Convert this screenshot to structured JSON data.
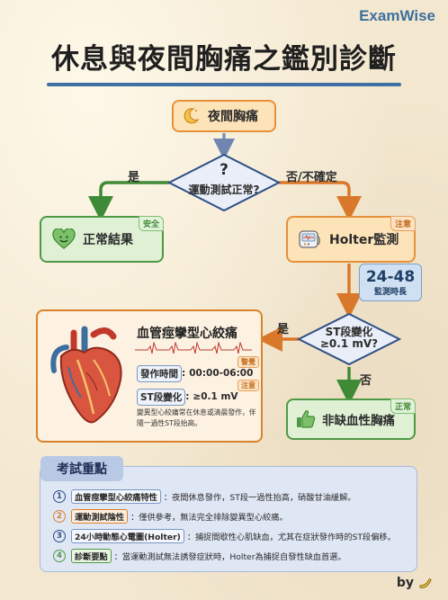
{
  "brand": "ExamWise",
  "title": "休息與夜間胸痛之鑑別診斷",
  "flow": {
    "start": "夜間胸痛",
    "q1_mark": "?",
    "q1": "運動測試正常?",
    "yes1": "是",
    "no1": "否/不確定",
    "normal": "正常結果",
    "normal_tag": "安全",
    "holter": "Holter監測",
    "holter_tag": "注意",
    "hours": "24-48",
    "hours_sub": "監測時長",
    "q2_line1": "ST段變化",
    "q2_line2": "≥0.1 mV?",
    "yes2": "是",
    "no2": "否",
    "result": "非缺血性胸痛",
    "result_tag": "正常"
  },
  "panel": {
    "title": "血管痙攣型心絞痛",
    "time_key": "發作時間",
    "time_val": "00:00-06:00",
    "time_tag": "警覺",
    "st_key": "ST段變化",
    "st_val": "≥0.1 mV",
    "st_tag": "注意",
    "note": "變異型心絞痛常在休息或清晨發作，伴隨一過性ST段抬高。"
  },
  "exam": {
    "heading": "考試重點",
    "items": [
      {
        "n": "1",
        "key": "血管痙攣型心絞痛特性",
        "text": "：夜間休息發作，ST段一過性抬高，硝酸甘油緩解。"
      },
      {
        "n": "2",
        "key": "運動測試陰性",
        "text": "：僅供參考，無法完全排除變異型心絞痛。"
      },
      {
        "n": "3",
        "key": "24小時動態心電圖(Holter)",
        "text": "：捕捉間歇性心肌缺血，尤其在症狀發作時的ST段偏移。"
      },
      {
        "n": "4",
        "key": "診斷要點",
        "text": "：當運動測試無法誘發症狀時，Holter為捕捉自發性缺血首選。"
      }
    ]
  },
  "by": "by",
  "colors": {
    "accent_blue": "#3f6fa3",
    "orange": "#e5903a",
    "green": "#4e9a44"
  }
}
